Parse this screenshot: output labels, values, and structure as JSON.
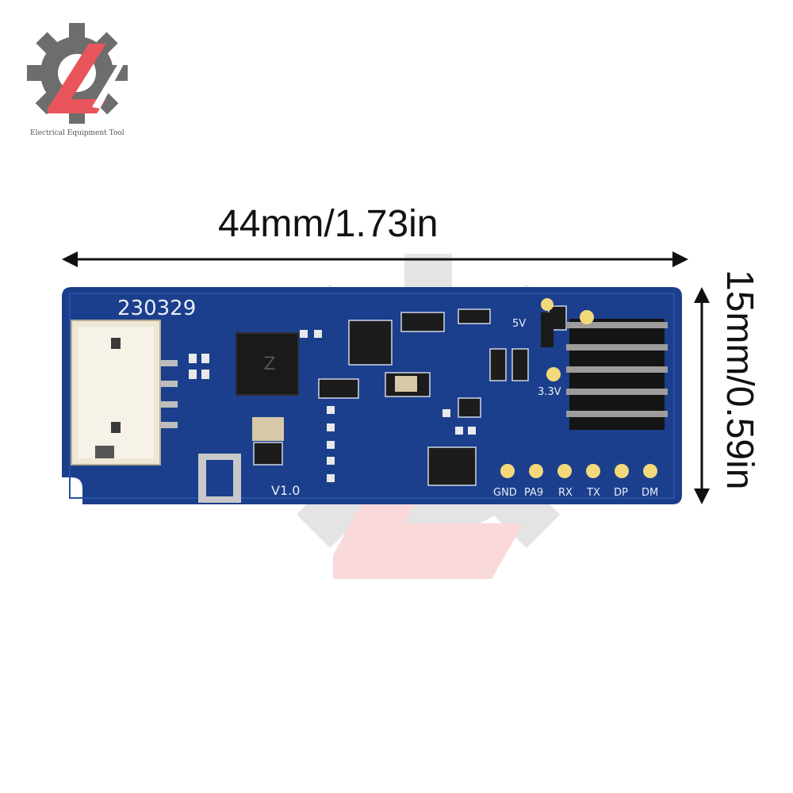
{
  "logo": {
    "caption": "Electrical Equipment Tool"
  },
  "dimensions": {
    "width": "44mm/1.73in",
    "height": "15mm/0.59in"
  },
  "board": {
    "serial": "230329",
    "version": "V1.0",
    "voltage_5v": "5V",
    "voltage_3v3": "3.3V",
    "pins": [
      "GND",
      "PA9",
      "RX",
      "TX",
      "DP",
      "DM"
    ]
  },
  "colors": {
    "pcb": "#1b3f8c",
    "accent": "#e8555a",
    "pad": "#f3d97c"
  }
}
